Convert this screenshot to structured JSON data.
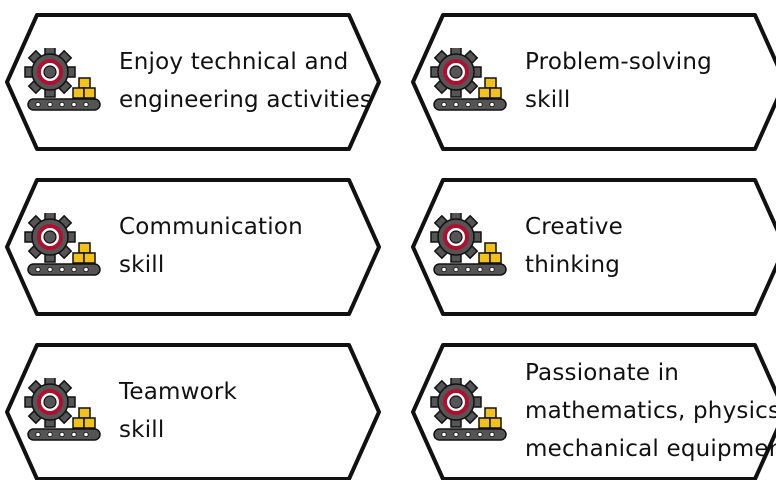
{
  "cards": [
    {
      "lines": [
        "Enjoy technical and",
        "engineering activities"
      ],
      "icon": "gear-conveyor-icon"
    },
    {
      "lines": [
        "Problem-solving",
        "skill"
      ],
      "icon": "gear-conveyor-icon"
    },
    {
      "lines": [
        "Communication",
        "skill"
      ],
      "icon": "gear-conveyor-icon"
    },
    {
      "lines": [
        "Creative",
        "thinking"
      ],
      "icon": "gear-conveyor-icon"
    },
    {
      "lines": [
        "Teamwork",
        "skill"
      ],
      "icon": "gear-conveyor-icon"
    },
    {
      "lines": [
        "Passionate in",
        "mathematics, physics&",
        "mechanical equipment"
      ],
      "icon": "gear-conveyor-icon"
    }
  ],
  "colors": {
    "border": "#111111",
    "gear": "#555555",
    "gear_ring": "#b01030",
    "box": "#f2c21b",
    "belt": "#555555"
  }
}
